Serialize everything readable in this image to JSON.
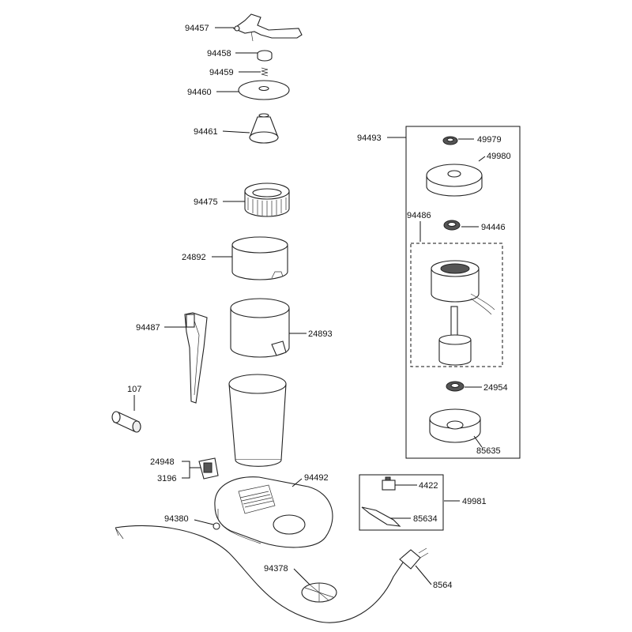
{
  "labels": {
    "p94457": "94457",
    "p94458": "94458",
    "p94459": "94459",
    "p94460": "94460",
    "p94461": "94461",
    "p94475": "94475",
    "p24892": "24892",
    "p94487": "94487",
    "p24893": "24893",
    "p107": "107",
    "p24948": "24948",
    "p3196": "3196",
    "p94492": "94492",
    "p94380": "94380",
    "p94378": "94378",
    "p8564": "8564",
    "p94493": "94493",
    "p49979": "49979",
    "p49980": "49980",
    "p94486": "94486",
    "p94446": "94446",
    "p24954": "24954",
    "p85635": "85635",
    "p4422": "4422",
    "p49981": "49981",
    "p85634": "85634"
  }
}
